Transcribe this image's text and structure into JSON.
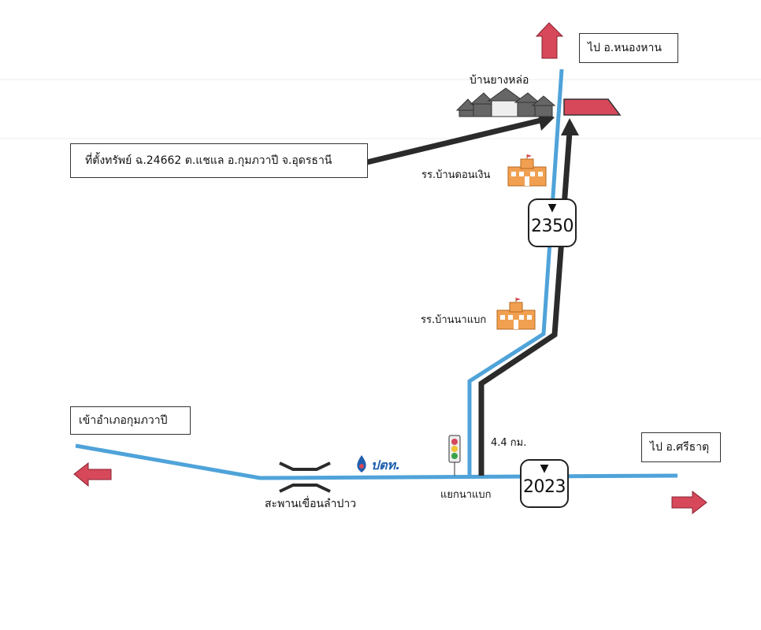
{
  "labels": {
    "to_nong_han": "ไป อ.หนองหาน",
    "village": "บ้านยางหล่อ",
    "land_location": "ที่ตั้งทรัพย์ ฉ.24662 ต.แชแล อ.กุมภวาปี จ.อุดรธานี",
    "school_don_ngoen": "รร.บ้านดอนเงิน",
    "school_na_baek": "รร.บ้านนาแบก",
    "to_kumphawapi": "เข้าอำเภอกุมภวาปี",
    "to_si_that": "ไป อ.ศรีธาตุ",
    "distance": "4.4 กม.",
    "junction": "แยกนาแบก",
    "bridge": "สะพานเขื่อนลำปาว",
    "ptt": "ปตท."
  },
  "route_shields": [
    {
      "number": "2350"
    },
    {
      "number": "2023"
    }
  ],
  "colors": {
    "road": "#4fa3d9",
    "route": "#2b2b2b",
    "arrow": "#d6485a",
    "school": "#f0a050"
  },
  "icons": [
    "up-arrow-icon",
    "left-arrow-icon",
    "right-arrow-icon",
    "house-cluster-icon",
    "school-icon",
    "traffic-light-icon",
    "bridge-icon",
    "ptt-drop-icon",
    "flag-marker-icon",
    "garuda-icon"
  ]
}
